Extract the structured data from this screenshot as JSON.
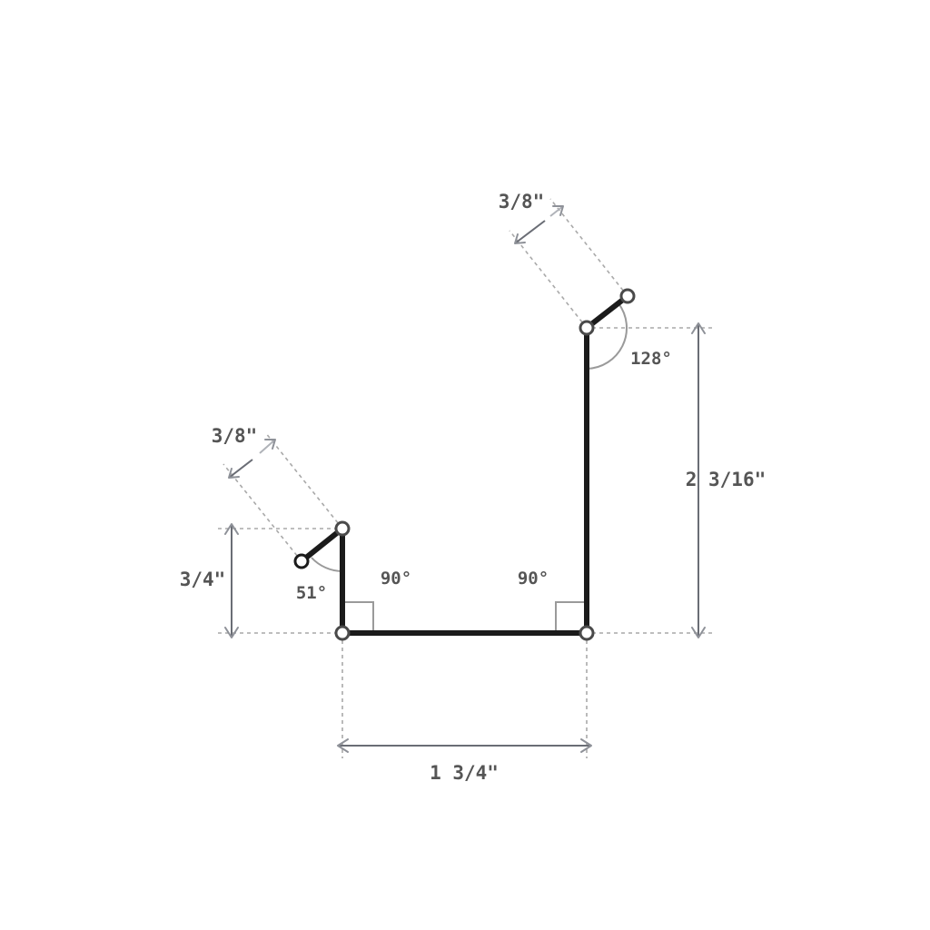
{
  "diagram": {
    "dimensions": {
      "base_width": "1 3/4\"",
      "right_height": "2 3/16\"",
      "left_height": "3/4\"",
      "left_flange": "3/8\"",
      "right_flange": "3/8\""
    },
    "angles": {
      "left_hem": "51°",
      "left_corner": "90°",
      "right_corner": "90°",
      "right_hem": "128°"
    },
    "colors": {
      "profile": "#1b1b1b",
      "dimension": "#6a6d75",
      "extension": "#a9a9a9",
      "label": "#555555"
    }
  }
}
